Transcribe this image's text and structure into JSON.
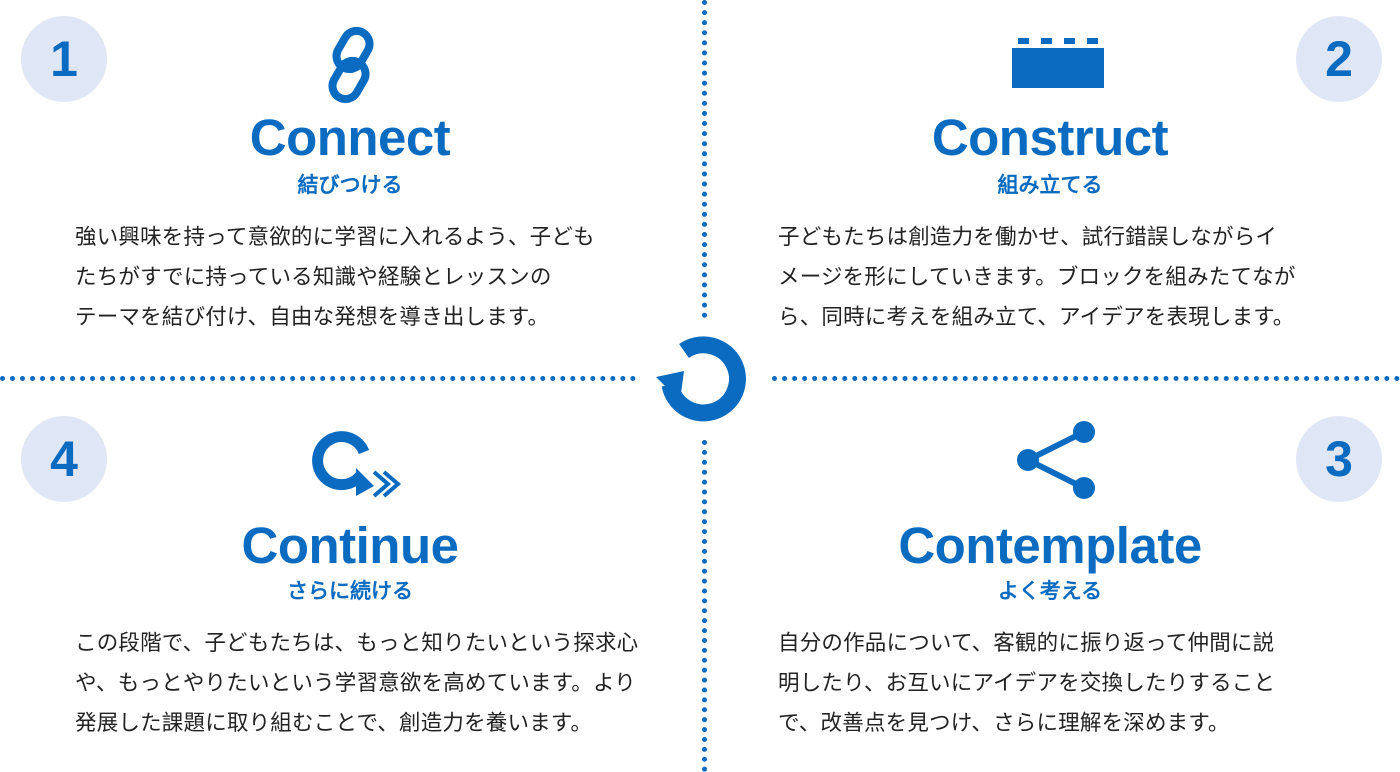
{
  "colors": {
    "accent": "#0a6bc0",
    "badge_bg": "#dfe6f5",
    "text": "#222222"
  },
  "center_icon": "cycle-arrow-icon",
  "steps": [
    {
      "number": "1",
      "title": "Connect",
      "subtitle": "結びつける",
      "icon": "chain-link-icon",
      "lines": [
        "強い興味を持って意欲的に学習に入れるよう、子ども",
        "たちがすでに持っている知識や経験とレッスンの",
        "テーマを結び付け、自由な発想を導き出します。"
      ]
    },
    {
      "number": "2",
      "title": "Construct",
      "subtitle": "組み立てる",
      "icon": "building-brick-icon",
      "lines": [
        "子どもたちは創造力を働かせ、試行錯誤しながらイ",
        "メージを形にしていきます。ブロックを組みたてなが",
        "ら、同時に考えを組み立て、アイデアを表現します。"
      ]
    },
    {
      "number": "3",
      "title": "Contemplate",
      "subtitle": "よく考える",
      "icon": "share-nodes-icon",
      "lines": [
        "自分の作品について、客観的に振り返って仲間に説",
        "明したり、お互いにアイデアを交換したりすること",
        "で、改善点を見つけ、さらに理解を深めます。"
      ]
    },
    {
      "number": "4",
      "title": "Continue",
      "subtitle": "さらに続ける",
      "icon": "loop-forward-icon",
      "lines": [
        "この段階で、子どもたちは、もっと知りたいという探求心",
        "や、もっとやりたいという学習意欲を高めています。より",
        "発展した課題に取り組むことで、創造力を養います。"
      ]
    }
  ]
}
